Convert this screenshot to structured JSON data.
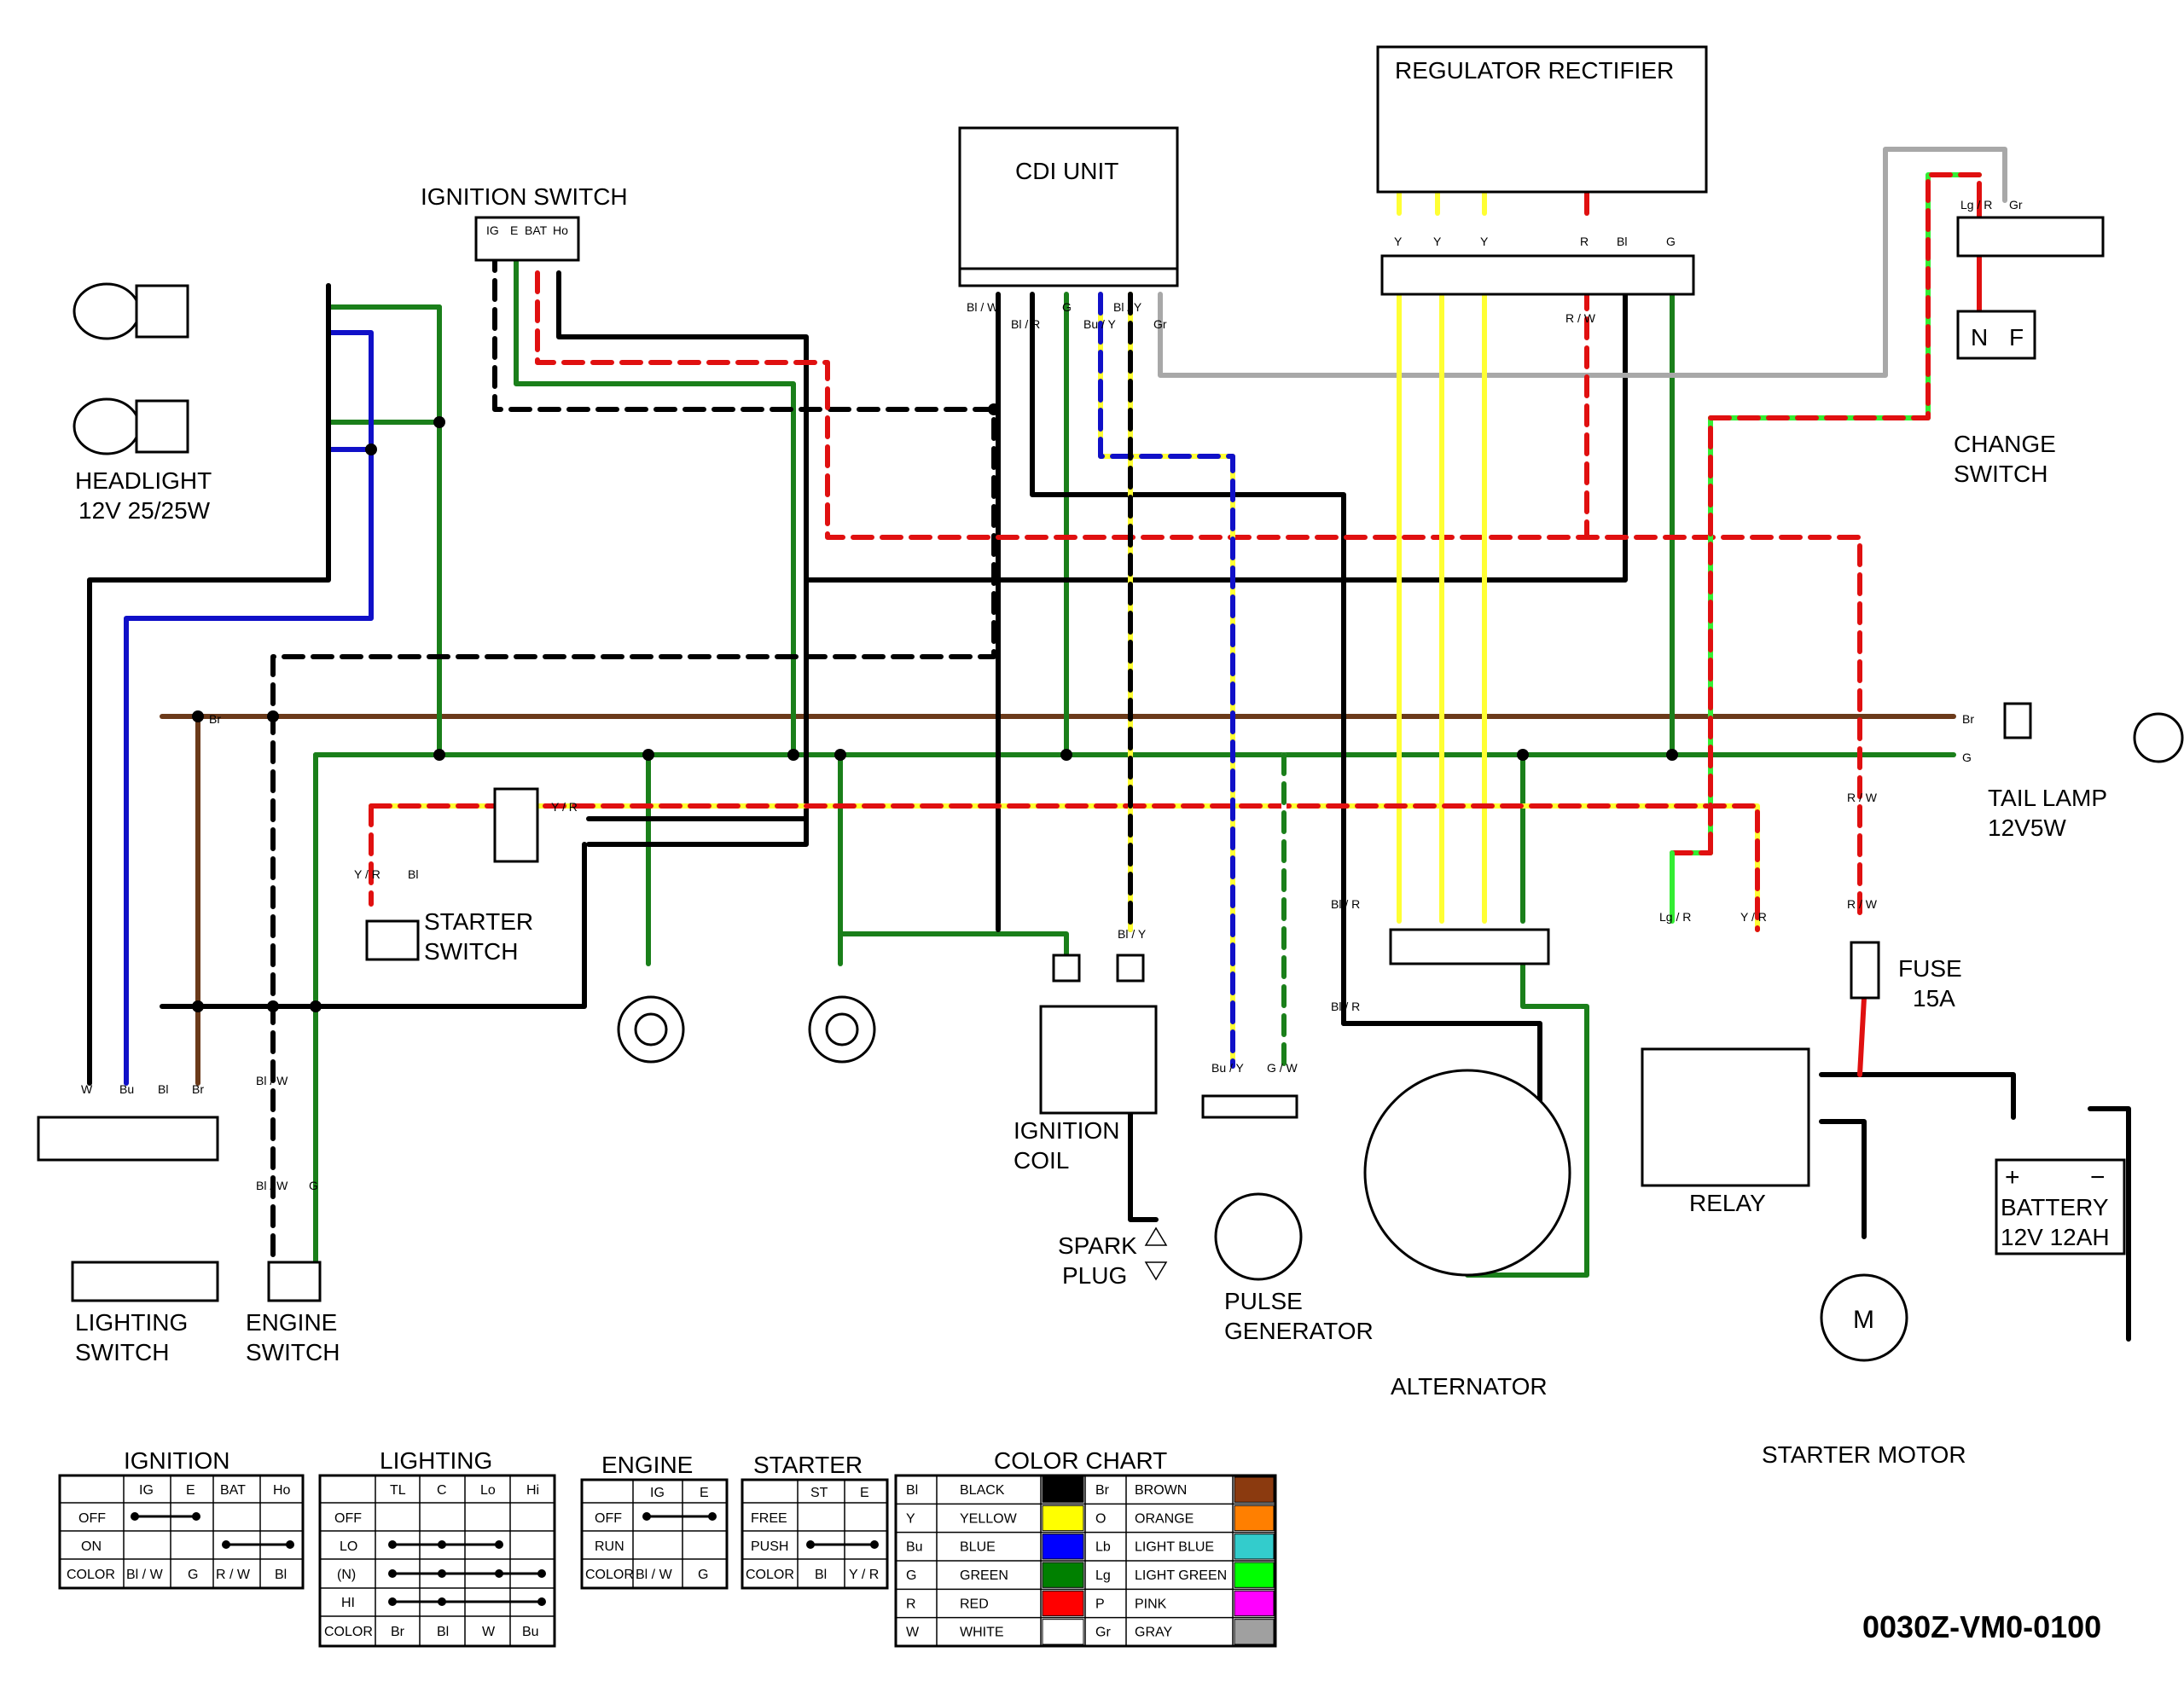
{
  "components": {
    "regulator": "REGULATOR RECTIFIER",
    "cdi": "CDI UNIT",
    "ignition_switch": "IGNITION SWITCH",
    "headlight_l1": "HEADLIGHT",
    "headlight_l2": "12V 25/25W",
    "change_l1": "CHANGE",
    "change_l2": "SWITCH",
    "tail_l1": "TAIL LAMP",
    "tail_l2": "12V5W",
    "starter_sw_l1": "STARTER",
    "starter_sw_l2": "SWITCH",
    "fuse_l1": "FUSE",
    "fuse_l2": "15A",
    "ign_coil_l1": "IGNITION",
    "ign_coil_l2": "COIL",
    "spark_l1": "SPARK",
    "spark_l2": "PLUG",
    "pulse_l1": "PULSE",
    "pulse_l2": "GENERATOR",
    "alternator": "ALTERNATOR",
    "relay": "RELAY",
    "battery_l1": "BATTERY",
    "battery_l2": "12V 12AH",
    "starter_motor": "STARTER MOTOR",
    "motor_m": "M",
    "lighting_sw_l1": "LIGHTING",
    "lighting_sw_l2": "SWITCH",
    "engine_sw_l1": "ENGINE",
    "engine_sw_l2": "SWITCH",
    "plus": "+",
    "minus": "−",
    "n": "N",
    "f": "F"
  },
  "wire_labels": {
    "bl_w": "Bl / W",
    "bl_r": "Bl / R",
    "bu_y": "Bu / Y",
    "g": "G",
    "gr": "Gr",
    "bl_y": "Bl / Y",
    "y": "Y",
    "r": "R",
    "bl": "Bl",
    "r_w": "R / W",
    "lg_r": "Lg / R",
    "br": "Br",
    "y_r": "Y / R",
    "w": "W",
    "bu": "Bu",
    "g_w": "G / W",
    "ig": "IG",
    "e": "E",
    "bat": "BAT",
    "ho": "Ho"
  },
  "tables": {
    "ignition": {
      "title": "IGNITION",
      "headers": [
        "",
        "IG",
        "E",
        "BAT",
        "Ho"
      ],
      "rows": [
        [
          "OFF"
        ],
        [
          "ON"
        ],
        [
          "COLOR",
          "Bl / W",
          "G",
          "R / W",
          "Bl"
        ]
      ]
    },
    "lighting": {
      "title": "LIGHTING",
      "headers": [
        "",
        "TL",
        "C",
        "Lo",
        "Hi"
      ],
      "rows": [
        [
          "OFF"
        ],
        [
          "LO"
        ],
        [
          "(N)"
        ],
        [
          "HI"
        ],
        [
          "COLOR",
          "Br",
          "Bl",
          "W",
          "Bu"
        ]
      ]
    },
    "engine": {
      "title": "ENGINE",
      "headers": [
        "",
        "IG",
        "E"
      ],
      "rows": [
        [
          "OFF"
        ],
        [
          "RUN"
        ],
        [
          "COLOR",
          "Bl / W",
          "G"
        ]
      ]
    },
    "starter": {
      "title": "STARTER",
      "headers": [
        "",
        "ST",
        "E"
      ],
      "rows": [
        [
          "FREE"
        ],
        [
          "PUSH"
        ],
        [
          "COLOR",
          "Bl",
          "Y / R"
        ]
      ]
    },
    "color_chart": {
      "title": "COLOR CHART",
      "left": [
        {
          "code": "Bl",
          "name": "BLACK",
          "color": "#000000"
        },
        {
          "code": "Y",
          "name": "YELLOW",
          "color": "#ffff00"
        },
        {
          "code": "Bu",
          "name": "BLUE",
          "color": "#0000ff"
        },
        {
          "code": "G",
          "name": "GREEN",
          "color": "#008000"
        },
        {
          "code": "R",
          "name": "RED",
          "color": "#ff0000"
        },
        {
          "code": "W",
          "name": "WHITE",
          "color": "#ffffff"
        }
      ],
      "right": [
        {
          "code": "Br",
          "name": "BROWN",
          "color": "#8b3a0f"
        },
        {
          "code": "O",
          "name": "ORANGE",
          "color": "#ff7f00"
        },
        {
          "code": "Lb",
          "name": "LIGHT BLUE",
          "color": "#33cccc"
        },
        {
          "code": "Lg",
          "name": "LIGHT GREEN",
          "color": "#00ff00"
        },
        {
          "code": "P",
          "name": "PINK",
          "color": "#ff00ff"
        },
        {
          "code": "Gr",
          "name": "GRAY",
          "color": "#a0a0a0"
        }
      ]
    }
  },
  "part_number": "0030Z-VM0-0100",
  "wire_colors": {
    "black": "#000000",
    "green": "#1a7f1a",
    "blue": "#1010c8",
    "red": "#e01010",
    "yellow": "#ffff33",
    "brown": "#6b3a1a",
    "gray": "#a8a8a8",
    "lightgreen": "#33ee33"
  }
}
